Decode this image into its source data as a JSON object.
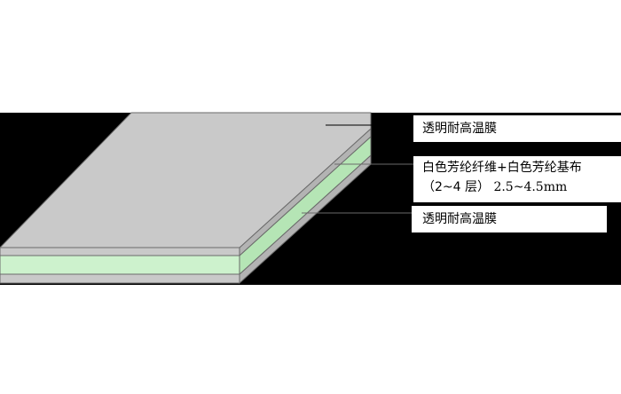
{
  "colors": {
    "background": "#000000",
    "film_top": "#c9c9c9",
    "film_side": "#b3b3b3",
    "core_front": "#cdf2cd",
    "core_side": "#b5e5b5",
    "edge_line": "#6a6a6a",
    "label_bg": "#ffffff",
    "text": "#000000"
  },
  "labels": {
    "top_film": "透明耐高温膜",
    "core_line1": "白色芳纶纤维+白色芳纶基布",
    "core_line2_layers": "（2~4 层）",
    "core_line2_thickness": "2.5~4.5mm",
    "bottom_film": "透明耐高温膜"
  }
}
